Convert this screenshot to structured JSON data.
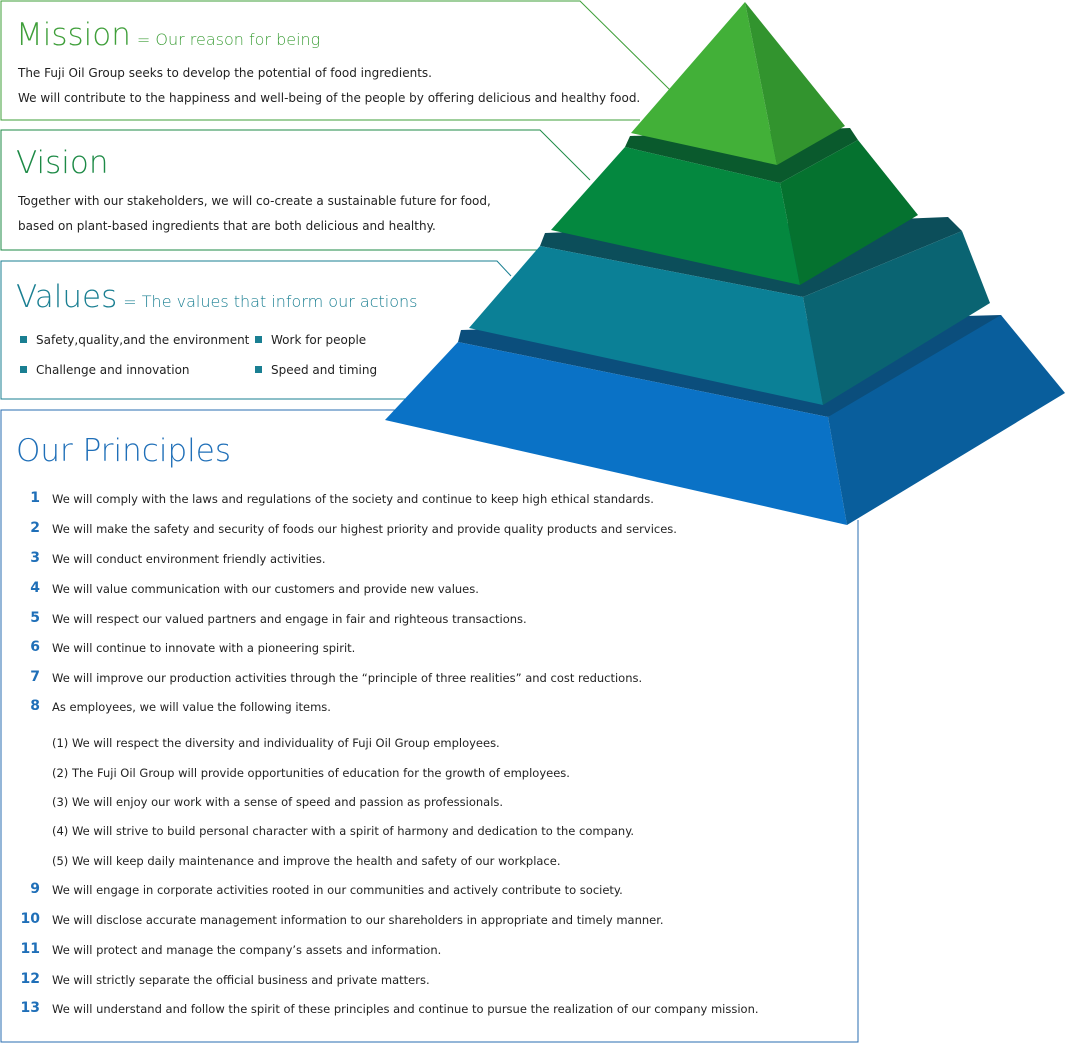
{
  "colors": {
    "mission": "#3f9f3a",
    "vision": "#1d8a46",
    "values": "#1a7f92",
    "principles": "#2a6eb0",
    "values_bullet": "#1a7f92",
    "principle_number": "#1f6fb8"
  },
  "mission": {
    "title": "Mission",
    "subtitle": "= Our reason for being",
    "lines": [
      "The Fuji Oil Group  seeks to develop the potential of food ingredients.",
      "We will contribute to the happiness and well-being of the people by offering delicious and healthy food."
    ]
  },
  "vision": {
    "title": "Vision",
    "lines": [
      "Together with our stakeholders, we will co-create a sustainable future for food,",
      "based on plant-based ingredients that are both delicious and healthy."
    ]
  },
  "values": {
    "title": "Values",
    "subtitle": "= The values that inform our actions",
    "items": [
      "Safety,quality,and the environment",
      "Work for people",
      "Challenge and innovation",
      "Speed and timing"
    ]
  },
  "principles": {
    "title": "Our Principles",
    "items": [
      {
        "num": "1",
        "text": "We will comply with the laws and regulations of the society and continue to keep high ethical standards."
      },
      {
        "num": "2",
        "text": "We will make the safety and security of foods our highest priority and provide quality products and services."
      },
      {
        "num": "3",
        "text": "We will conduct environment friendly activities."
      },
      {
        "num": "4",
        "text": "We will value communication with our customers and provide new values."
      },
      {
        "num": "5",
        "text": "We will respect our valued partners and engage in fair and righteous transactions."
      },
      {
        "num": "6",
        "text": "We will continue to innovate with a pioneering spirit."
      },
      {
        "num": "7",
        "text": "We will improve our production activities through the “principle of three realities” and cost reductions."
      },
      {
        "num": "8",
        "text": "As employees, we will value the following items."
      },
      {
        "num": "9",
        "text": "We will engage in corporate activities rooted in our communities and actively contribute to society."
      },
      {
        "num": "10",
        "text": "We will disclose accurate management information to our shareholders in appropriate and timely manner."
      },
      {
        "num": "11",
        "text": "We will protect and manage the company’s assets and information."
      },
      {
        "num": "12",
        "text": "We will strictly separate the official business and private matters."
      },
      {
        "num": "13",
        "text": "We will understand and follow the spirit of these principles and continue to pursue the realization of our company mission."
      }
    ],
    "sub_items": [
      "(1) We will respect the diversity and individuality of Fuji Oil Group employees.",
      "(2) The Fuji Oil Group will provide opportunities of education for the growth of employees.",
      "(3) We will enjoy our work with a sense of speed and passion as professionals.",
      "(4) We will strive to build personal character with a spirit of harmony and dedication to the company.",
      "(5) We will keep daily maintenance and improve the health and safety of our workplace."
    ]
  }
}
